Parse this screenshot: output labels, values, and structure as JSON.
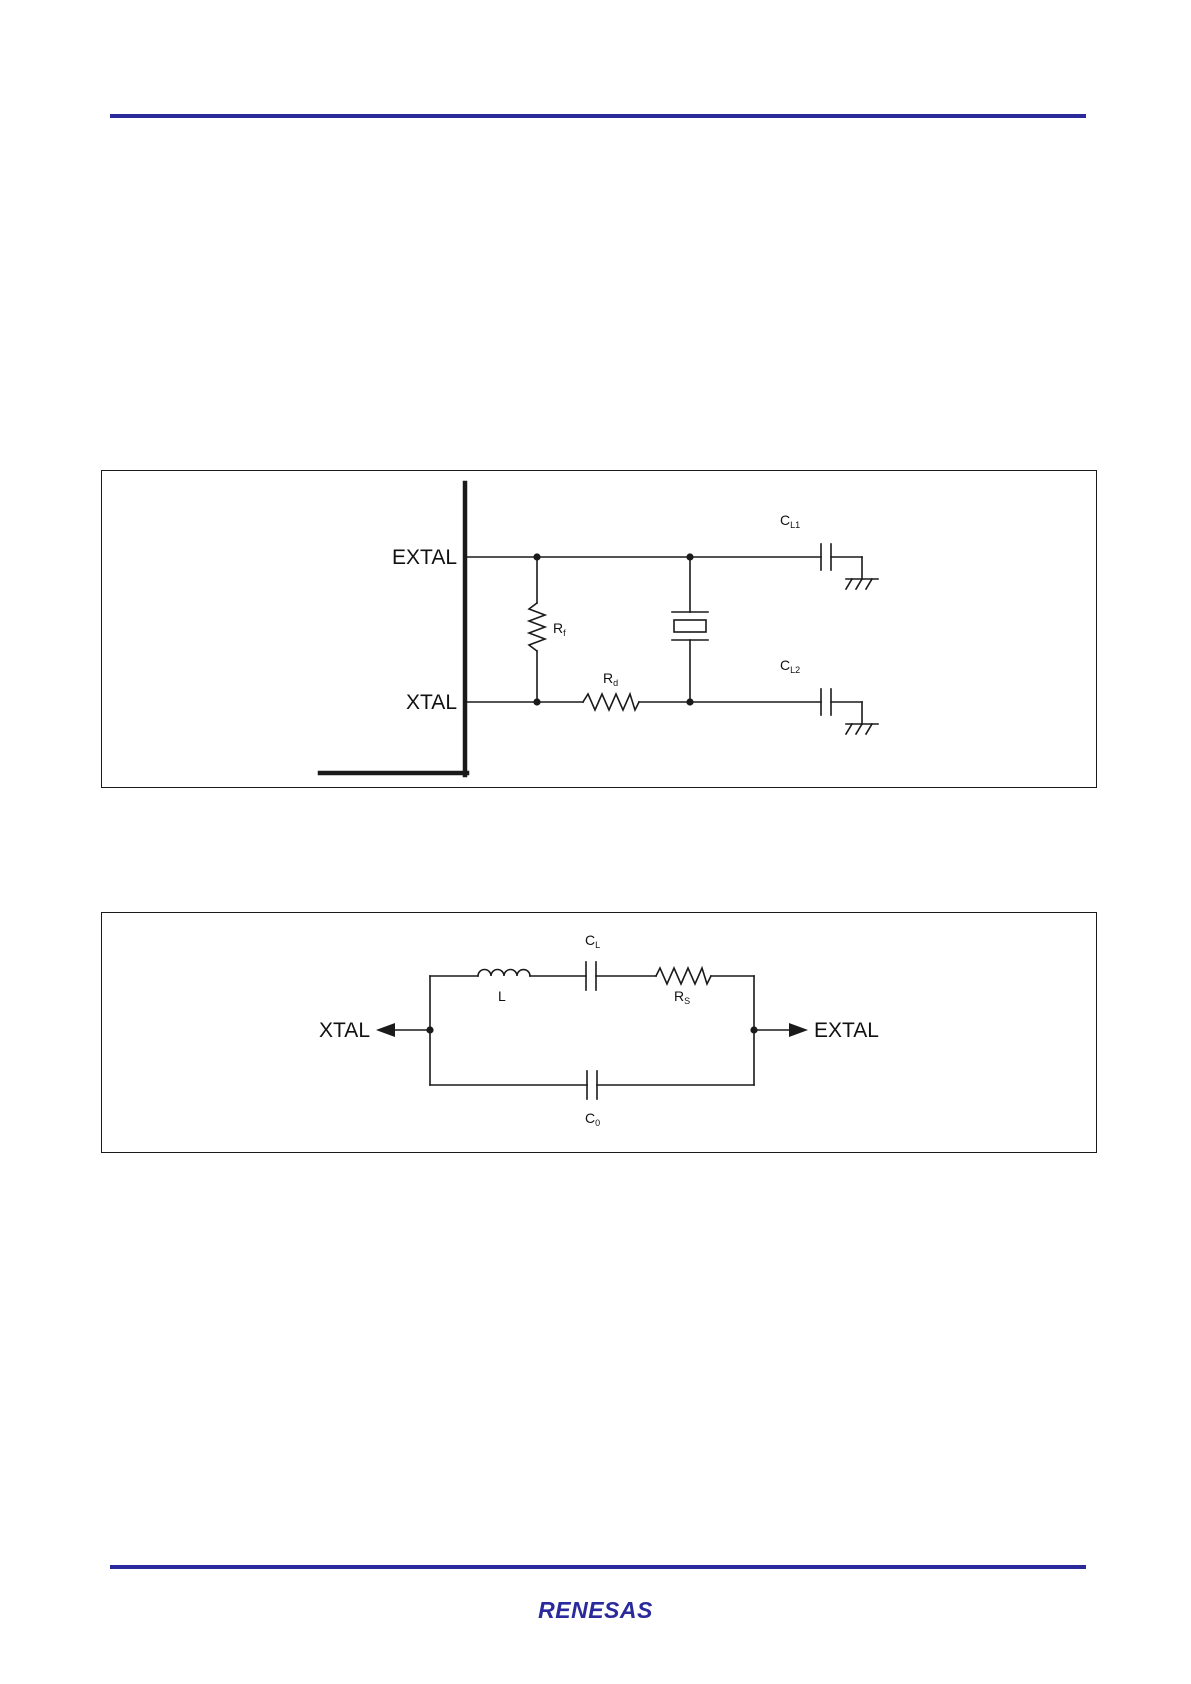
{
  "theme": {
    "rule_color": "#2a2a9c",
    "brand_color": "#2a2a9c",
    "line_color": "#1a1a1a"
  },
  "figure1": {
    "pins": {
      "extal": "EXTAL",
      "xtal": "XTAL"
    },
    "components": {
      "rf": {
        "main": "R",
        "sub": "f"
      },
      "rd": {
        "main": "R",
        "sub": "d"
      },
      "cl1": {
        "main": "C",
        "sub": "L1"
      },
      "cl2": {
        "main": "C",
        "sub": "L2"
      }
    }
  },
  "figure2": {
    "terminals": {
      "xtal": "XTAL",
      "extal": "EXTAL"
    },
    "components": {
      "l": {
        "main": "L"
      },
      "cl": {
        "main": "C",
        "sub": "L"
      },
      "rs": {
        "main": "R",
        "sub": "S"
      },
      "c0": {
        "main": "C",
        "sub": "0"
      }
    }
  },
  "footer": {
    "logo_text": "RENESAS"
  }
}
